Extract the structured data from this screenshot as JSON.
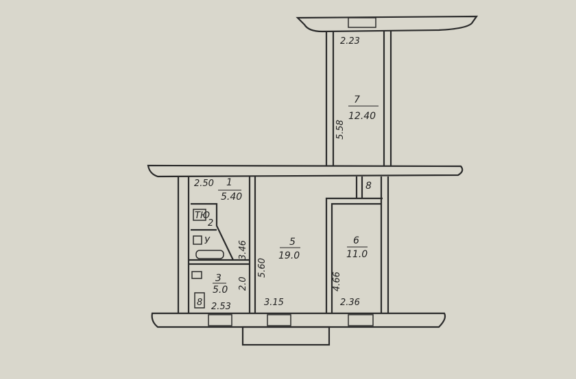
{
  "plan": {
    "rooms": [
      {
        "number": "1",
        "area": "5.40"
      },
      {
        "number": "2"
      },
      {
        "number": "3",
        "area": "5.0"
      },
      {
        "number": "5",
        "area": "19.0"
      },
      {
        "number": "6",
        "area": "11.0"
      },
      {
        "number": "7",
        "area": "12.40"
      },
      {
        "number": "8"
      }
    ],
    "dimensions": {
      "d_250": "2.50",
      "d_346": "3.46",
      "d_560": "5.60",
      "d_20": "2.0",
      "d_253": "2.53",
      "d_315": "3.15",
      "d_466": "4.66",
      "d_236": "2.36",
      "d_558": "5.58",
      "d_223": "2.23"
    },
    "fixtures": {
      "boiler": "ТЮ",
      "sink": "У",
      "closet": "8"
    }
  }
}
